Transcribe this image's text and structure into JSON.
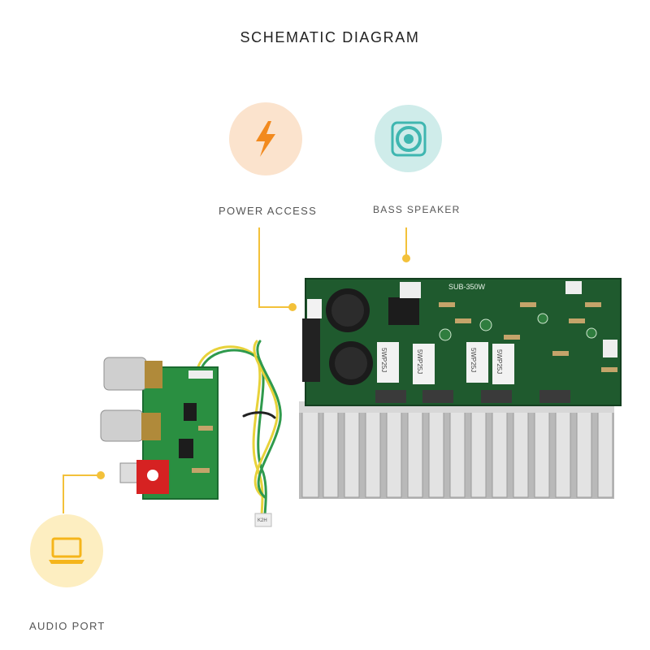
{
  "header": {
    "title": "SCHEMATIC DIAGRAM"
  },
  "callouts": {
    "power": {
      "label": "POWER ACCESS",
      "icon": "lightning-bolt-icon",
      "color": "#f28a1e"
    },
    "bass": {
      "label": "BASS SPEAKER",
      "icon": "speaker-icon",
      "color": "#3fb6b0"
    },
    "audio": {
      "label": "AUDIO PORT",
      "icon": "laptop-icon",
      "color": "#f5b51b"
    }
  },
  "board": {
    "model_text": "SUB-350W",
    "resistor_marks": [
      "5WP25J",
      "5WP25J",
      "5WP25J",
      "5WP25J"
    ],
    "connector_text": "K2H"
  },
  "colors": {
    "connector_line": "#f3c13a",
    "pcb": "#1f5a2e",
    "heatsink": "#c9c9c9"
  }
}
